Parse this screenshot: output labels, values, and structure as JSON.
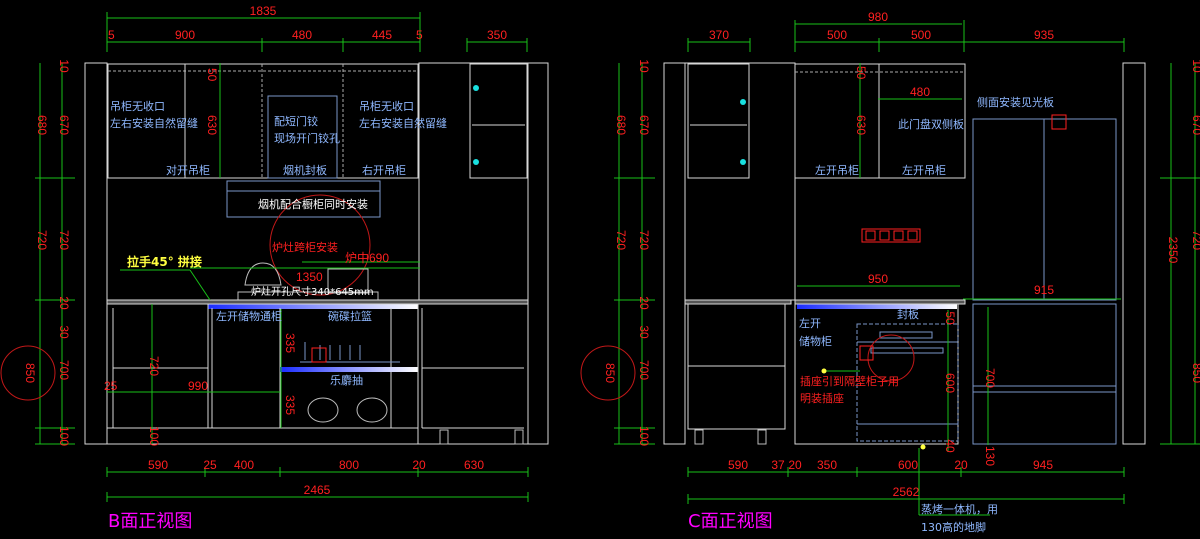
{
  "colors": {
    "dimension": "#ff2020",
    "dimline": "#19c019",
    "label": "#8fb8ff",
    "title": "#ff00ff",
    "note": "#ffff40"
  },
  "viewB": {
    "title": "B面正视图",
    "top_dims": {
      "total": "1835",
      "d1": "5",
      "d2": "900",
      "d3": "480",
      "d4": "445",
      "d5": "5",
      "right": "350"
    },
    "left_dims": {
      "outer": [
        "680",
        "720",
        "850"
      ],
      "inner": [
        "10",
        "670",
        "720",
        "20",
        "30",
        "700",
        "100"
      ],
      "circle": "850"
    },
    "upper_left_note": [
      "吊柜无收口",
      "左右安装自然留缝"
    ],
    "upper_left_name": "对开吊柜",
    "upper_mid_note": [
      "配短门铰",
      "现场开门铰孔"
    ],
    "upper_mid_name": "烟机封板",
    "upper_right_note": [
      "吊柜无收口",
      "左右安装自然留缝"
    ],
    "upper_right_name": "右开吊柜",
    "upper_height": "630",
    "upper_top": "50",
    "hood_note": "烟机配合橱柜同时安装",
    "stove_note": "炉灶跨柜安装",
    "stove_center": "炉中690",
    "stove_dim": "1350",
    "stove_hole": "炉灶开孔尺寸340*645mm",
    "handle_note": "拉手45° 拼接",
    "base_left_name": "左开储物通柜",
    "base_drawer1": "碗碟拉篮",
    "base_drawer2": "乐麝抽",
    "base_dims": {
      "h720": "720",
      "w25": "25",
      "w990": "990",
      "h100": "100",
      "d335a": "335",
      "d335b": "335"
    },
    "bottom_dims": [
      "590",
      "25",
      "400",
      "800",
      "20",
      "630"
    ],
    "bottom_total": "2465"
  },
  "viewC": {
    "title": "C面正视图",
    "top_dims": {
      "left": "370",
      "total": "980",
      "d1": "500",
      "d2": "500",
      "right": "935",
      "inner": "480"
    },
    "left_dims": {
      "outer": [
        "680",
        "720",
        "850"
      ],
      "inner": [
        "10",
        "670",
        "720",
        "20",
        "30",
        "700",
        "100"
      ],
      "circle": "850"
    },
    "right_dims": {
      "outer": "2350",
      "inner": [
        "10",
        "670",
        "720",
        "850"
      ]
    },
    "upper_height": "630",
    "upper_top": "50",
    "upper_left_name": "左开吊柜",
    "upper_right_name": "左开吊柜",
    "door_note": "此门盘双侧板",
    "side_note": "侧面安装见光板",
    "base_left_name": [
      "左开",
      "储物柜"
    ],
    "oven_label": "封板",
    "socket_note": [
      "插座引到隔壁柜子用",
      "明装插座"
    ],
    "oven_height": "600",
    "oven_top": "50",
    "oven_bottom": "40",
    "counter_dim": "950",
    "fridge_dims": {
      "top": "915",
      "h700": "700",
      "h130": "130"
    },
    "oven_note": [
      "蒸烤一体机，用",
      "130高的地脚"
    ],
    "bottom_dims": [
      "590",
      "37",
      "20",
      "350",
      "600",
      "20",
      "945"
    ],
    "bottom_total": "2562"
  }
}
